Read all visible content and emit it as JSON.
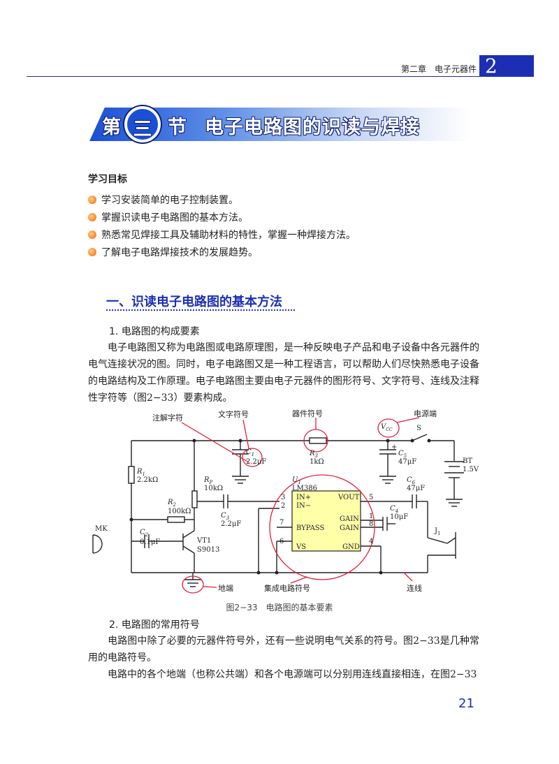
{
  "header": {
    "chapter_text": "第二章　电子元器件",
    "chapter_number": "2"
  },
  "banner": {
    "di": "第",
    "san": "三",
    "jie": "节",
    "title": "电子电路图的识读与焊接"
  },
  "goals": {
    "heading": "学习目标",
    "items": [
      "学习安装简单的电子控制装置。",
      "掌握识读电子电路图的基本方法。",
      "熟悉常见焊接工具及辅助材料的特性，掌握一种焊接方法。",
      "了解电子电路焊接技术的发展趋势。"
    ]
  },
  "section1": {
    "heading": "一、识读电子电路图的基本方法",
    "sub1": "1.  电路图的构成要素",
    "para1": "电子电路图又称为电路图或电路原理图，是一种反映电子产品和电子设备中各元器件的电气连接状况的图。同时，电子电路图又是一种工程语言，可以帮助人们尽快熟悉电子设备的电路结构及工作原理。电子电路图主要由电子元器件的图形符号、文字符号、连线及注释性字符等（图2−33）要素构成。",
    "sub2": "2.  电路图的常用符号",
    "para2": "电路图中除了必要的元器件符号外，还有一些说明电气关系的符号。图2−33是几种常用的电路符号。",
    "para3": "电路中的各个地端（也称公共端）和各个电源端可以分别用连线直接相连，在图2−33"
  },
  "figure": {
    "caption": "图2−33　电路图的基本要素",
    "labels": {
      "note_char": "注解字符",
      "text_symbol": "文字符号",
      "device_symbol": "器件符号",
      "power_end": "电源端",
      "ground_end": "地端",
      "ic_symbol": "集成电路符号",
      "wire": "连线"
    },
    "components": {
      "c1": "C",
      "c1_sub": "1",
      "c1_val": "2.2μF",
      "r3": "R",
      "r3_sub": "3",
      "r3_val": "1kΩ",
      "vcc": "V",
      "vcc_sub": "CC",
      "s": "S",
      "c5": "C",
      "c5_sub": "5",
      "c5_val": "47μF",
      "bt": "BT",
      "bt_val": "1.5V",
      "r1": "R",
      "r1_sub": "1",
      "r1_val": "2.2kΩ",
      "rp": "R",
      "rp_sub": "P",
      "rp_val": "10kΩ",
      "u1": "U",
      "u1_sub": "1",
      "u1_name": "LM386",
      "c6": "C",
      "c6_sub": "6",
      "c6_val": "47μF",
      "r2": "R",
      "r2_sub": "2",
      "r2_val": "100kΩ",
      "c3": "C",
      "c3_sub": "3",
      "c3_val": "2.2μF",
      "c4": "C",
      "c4_sub": "4",
      "c4_val": "10μF",
      "c2": "C",
      "c2_sub": "2",
      "c2_val": "0.1μF",
      "vt1": "VT1",
      "vt1_val": "S9013",
      "mk": "MK",
      "j1": "J",
      "j1_sub": "1",
      "plus": "+",
      "pin3": "3",
      "pin2": "2",
      "pin7": "7",
      "pin6": "6",
      "pin5": "5",
      "pin1": "1",
      "pin8": "8",
      "pin4": "4",
      "in_plus": "IN+",
      "in_minus": "IN−",
      "vout": "VOUT",
      "gain1": "GAIN",
      "gain2": "GAIN",
      "bypass": "BYPASS",
      "vs": "VS",
      "gnd": "GND"
    }
  },
  "page_number": "21"
}
